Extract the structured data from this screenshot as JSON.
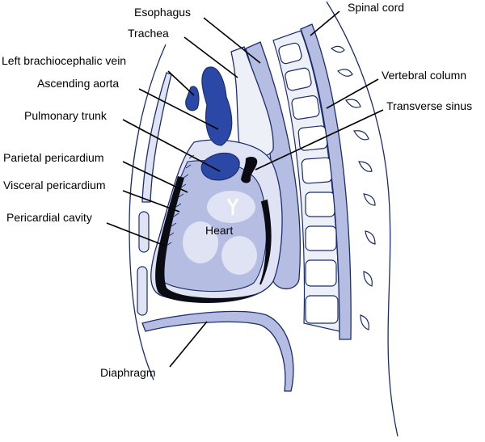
{
  "labels": {
    "esophagus": "Esophagus",
    "trachea": "Trachea",
    "spinal_cord": "Spinal cord",
    "left_brachiocephalic_vein": "Left brachiocephalic vein",
    "ascending_aorta": "Ascending aorta",
    "vertebral_column": "Vertebral column",
    "transverse_sinus": "Transverse sinus",
    "pulmonary_trunk": "Pulmonary trunk",
    "parietal_pericardium": "Parietal pericardium",
    "visceral_pericardium": "Visceral pericardium",
    "pericardial_cavity": "Pericardial cavity",
    "heart": "Heart",
    "diaphragm": "Diaphragm"
  },
  "colors": {
    "light_fill": "#dfe3f3",
    "mid_fill": "#b5bde2",
    "dark_vessel": "#2c48a7",
    "outline": "#1c2d6b",
    "cavity_black": "#0b0b14"
  }
}
